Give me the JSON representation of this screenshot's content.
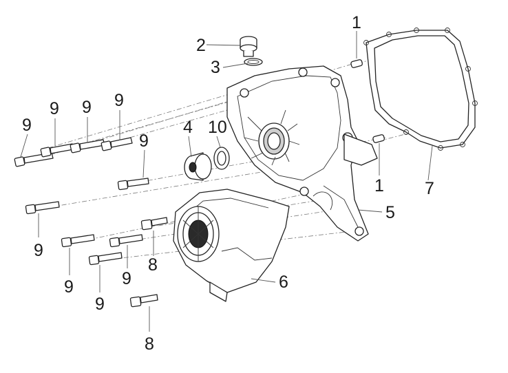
{
  "callouts": {
    "c1a": "1",
    "c1b": "1",
    "c2": "2",
    "c3": "3",
    "c4": "4",
    "c5": "5",
    "c6": "6",
    "c7": "7",
    "c8a": "8",
    "c8b": "8",
    "c9a": "9",
    "c9b": "9",
    "c9c": "9",
    "c9d": "9",
    "c9e": "9",
    "c9f": "9",
    "c9g": "9",
    "c9h": "9",
    "c9i": "9",
    "c10": "10"
  }
}
